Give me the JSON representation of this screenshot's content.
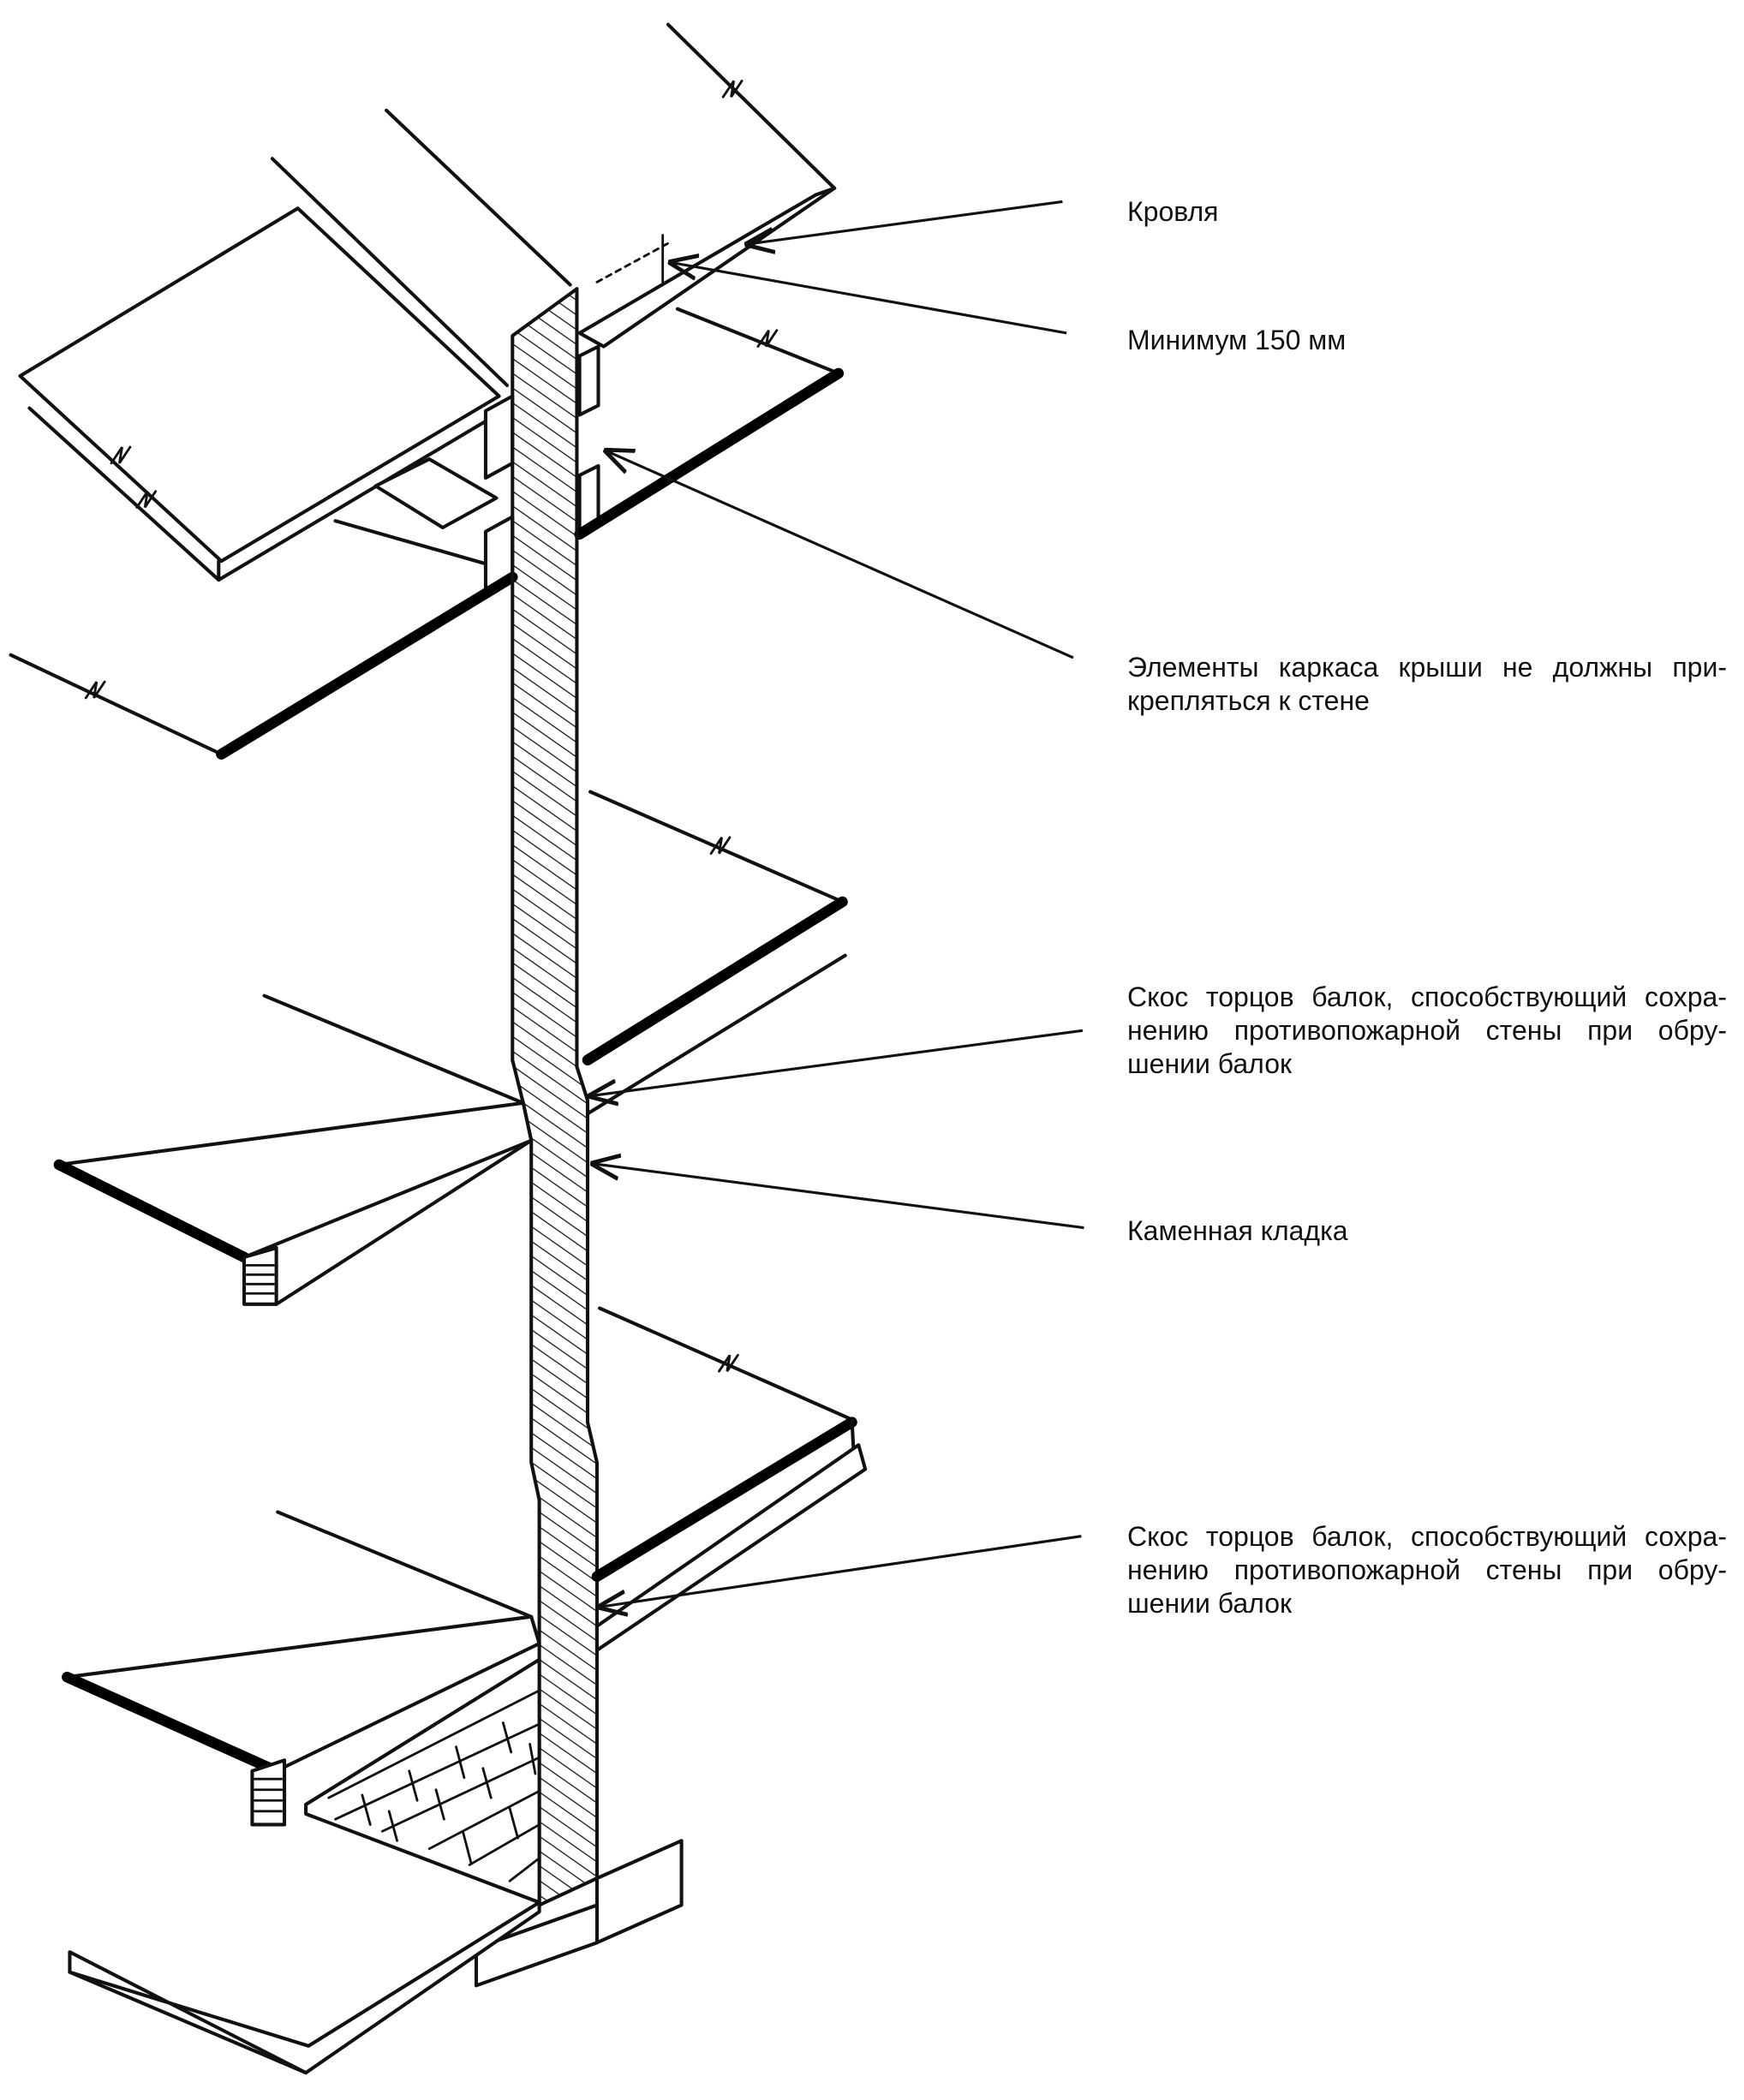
{
  "callouts": {
    "roof": "Кровля",
    "min_height": "Минимум 150 мм",
    "roof_frame": "Элементы каркаса крыши не должны при-крепляться к стене",
    "bevel_upper": "Скос торцов балок, способствующий сохра-нению противопожарной стены при обру-шении балок",
    "masonry": "Каменная кладка",
    "bevel_lower": "Скос торцов балок, способствующий сохра-нению противопожарной стены при обру-шении балок"
  }
}
